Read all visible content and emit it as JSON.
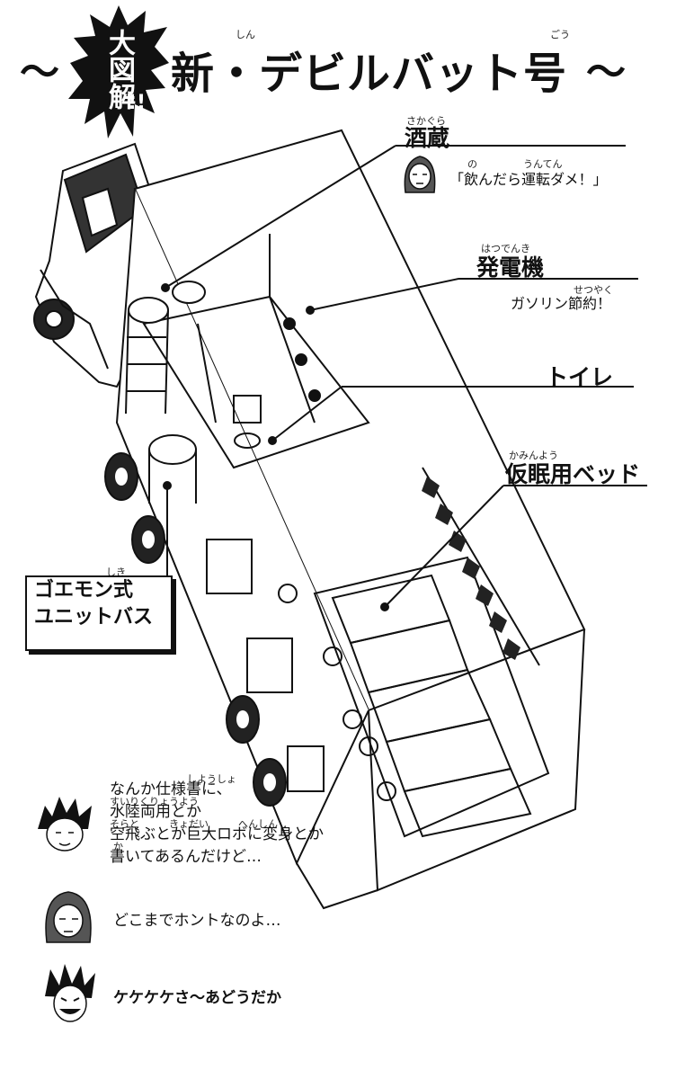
{
  "title": {
    "burst_text": "大図解",
    "burst_excl": "!!",
    "tilde_left": "〜",
    "main": "新・デビルバット号",
    "tilde_right": "〜",
    "ruby_shin": "しん",
    "ruby_gou": "ごう"
  },
  "callouts": {
    "sake": {
      "label": "酒蔵",
      "ruby": "さかぐら",
      "quote": "「飲んだら運転ダメ！」",
      "quote_ruby_1": "の",
      "quote_ruby_2": "うんてん"
    },
    "generator": {
      "label": "発電機",
      "ruby": "はつでんき",
      "note": "ガソリン節約！",
      "note_ruby": "せつやく"
    },
    "toilet": {
      "label": "トイレ"
    },
    "bed": {
      "label": "仮眠用ベッド",
      "ruby": "かみんよう"
    },
    "bath": {
      "line1": "ゴエモン式",
      "line2": "ユニットバス",
      "ruby": "しき"
    }
  },
  "dialogue": {
    "line1": "なんか仕様書に、",
    "line1_ruby": "しようしょ",
    "line2": "水陸両用とか",
    "line2_ruby": "すいりくりょうよう",
    "line3": "空飛ぶとか巨大ロボに変身とか",
    "line3_ruby": "そらと　　　きょだい　　　へんしん",
    "line4": "書いてあるんだけど…",
    "line4_ruby": "か",
    "reply1": "どこまでホントなのよ…",
    "reply2": "ケケケケさ〜あどうだか"
  },
  "colors": {
    "ink": "#111111",
    "paper": "#ffffff"
  }
}
